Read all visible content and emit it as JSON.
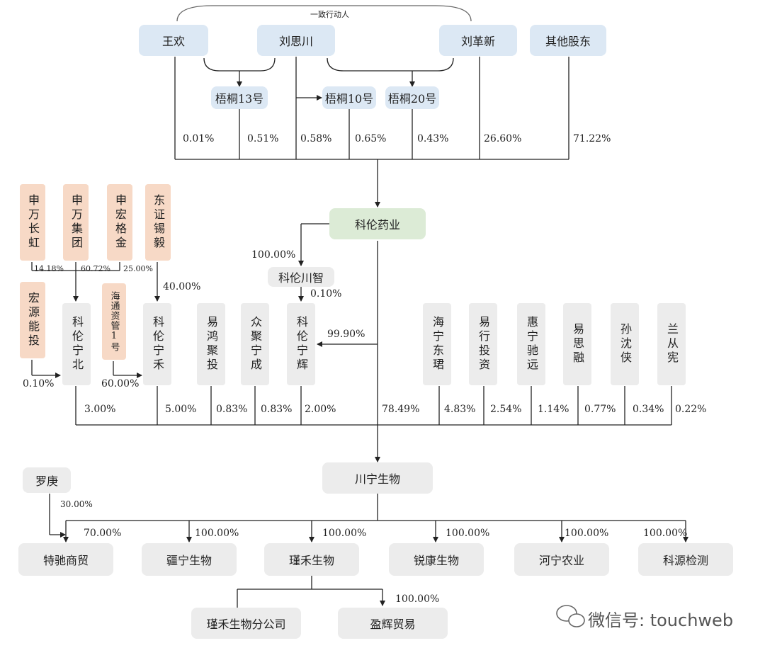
{
  "top": {
    "concert_label": "一致行动人",
    "people": [
      "王欢",
      "刘思川",
      "刘革新",
      "其他股东"
    ],
    "vehicles": [
      "梧桐13号",
      "梧桐10号",
      "梧桐20号"
    ],
    "pcts": [
      "0.01%",
      "0.51%",
      "0.58%",
      "0.65%",
      "0.43%",
      "26.60%",
      "71.22%"
    ]
  },
  "kelun": "科伦药业",
  "kelun_chuanzhi": {
    "name": "科伦川智",
    "pct_in": "100.00%",
    "pct_out": "0.10%"
  },
  "left_investors": [
    {
      "name": "申万长虹",
      "pct": "14.18%"
    },
    {
      "name": "申万集团",
      "pct": "60.72%"
    },
    {
      "name": "申宏格金",
      "pct": "25.00%"
    },
    {
      "name": "东证锡毅",
      "pct": "40.00%"
    }
  ],
  "hongyuan": {
    "name": "宏源能投",
    "pct": "0.10%"
  },
  "haitong": {
    "name": "海通资管1号",
    "pct": "60.00%"
  },
  "mid_holders": [
    {
      "name": "科伦宁北",
      "pct": "3.00%"
    },
    {
      "name": "科伦宁禾",
      "pct": "5.00%"
    },
    {
      "name": "易鸿聚投",
      "pct": "0.83%"
    },
    {
      "name": "众聚宁成",
      "pct": "0.83%"
    },
    {
      "name": "科伦宁辉",
      "pct": "2.00%"
    }
  ],
  "kelun_ninghui_pct": "99.90%",
  "kelun_chuanning_pct": "78.49%",
  "right_holders": [
    {
      "name": "海宁东珺",
      "pct": "4.83%"
    },
    {
      "name": "易行投资",
      "pct": "2.54%"
    },
    {
      "name": "惠宁驰远",
      "pct": "1.14%"
    },
    {
      "name": "易思融",
      "pct": "0.77%"
    },
    {
      "name": "孙沈侠",
      "pct": "0.34%"
    },
    {
      "name": "兰从宪",
      "pct": "0.22%"
    }
  ],
  "chuanning": "川宁生物",
  "luogeng": {
    "name": "罗庚",
    "pct": "30.00%"
  },
  "subsidiaries": [
    {
      "name": "特驰商贸",
      "pct": "70.00%"
    },
    {
      "name": "疆宁生物",
      "pct": "100.00%"
    },
    {
      "name": "瑾禾生物",
      "pct": "100.00%"
    },
    {
      "name": "锐康生物",
      "pct": "100.00%"
    },
    {
      "name": "河宁农业",
      "pct": "100.00%"
    },
    {
      "name": "科源检测",
      "pct": "100.00%"
    }
  ],
  "jinhe_children": {
    "branch": "瑾禾生物分公司",
    "trade": "盈辉贸易",
    "trade_pct": "100.00%"
  },
  "watermark": "微信号: touchweb"
}
